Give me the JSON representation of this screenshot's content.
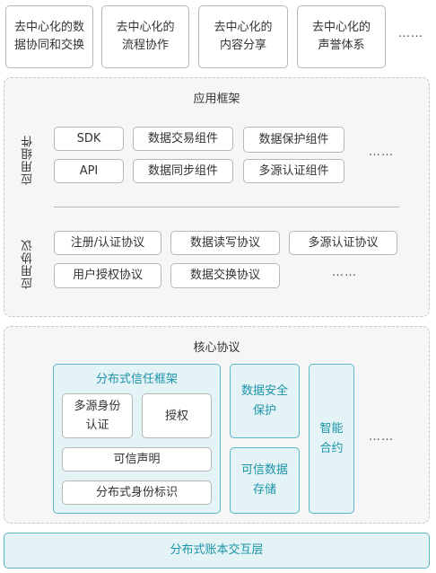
{
  "top_row": {
    "boxes": [
      {
        "line1": "去中心化的数",
        "line2": "据协同和交换"
      },
      {
        "line1": "去中心化的",
        "line2": "流程协作"
      },
      {
        "line1": "去中心化的",
        "line2": "内容分享"
      },
      {
        "line1": "去中心化的",
        "line2": "声誉体系"
      }
    ],
    "ellipsis": "……"
  },
  "app_framework": {
    "title": "应用框架",
    "components_label": "应用组件",
    "components": [
      "SDK",
      "数据交易组件",
      "数据保护组件",
      "API",
      "数据同步组件",
      "多源认证组件"
    ],
    "components_ellipsis": "……",
    "protocols_label": "应用协议",
    "protocols": [
      "注册/认证协议",
      "数据读写协议",
      "多源认证协议",
      "用户授权协议",
      "数据交换协议"
    ],
    "protocols_ellipsis": "……"
  },
  "core_protocol": {
    "title": "核心协议",
    "trust_framework": {
      "title": "分布式信任框架",
      "multi_source_line1": "多源身份",
      "multi_source_line2": "认证",
      "authorization": "授权",
      "credential": "可信声明",
      "identity": "分布式身份标识"
    },
    "data_security_line1": "数据安全",
    "data_security_line2": "保护",
    "trusted_storage_line1": "可信数据",
    "trusted_storage_line2": "存储",
    "smart_contract_line1": "智能",
    "smart_contract_line2": "合约",
    "ellipsis": "……"
  },
  "ledger_layer": {
    "label": "分布式账本交互层"
  }
}
